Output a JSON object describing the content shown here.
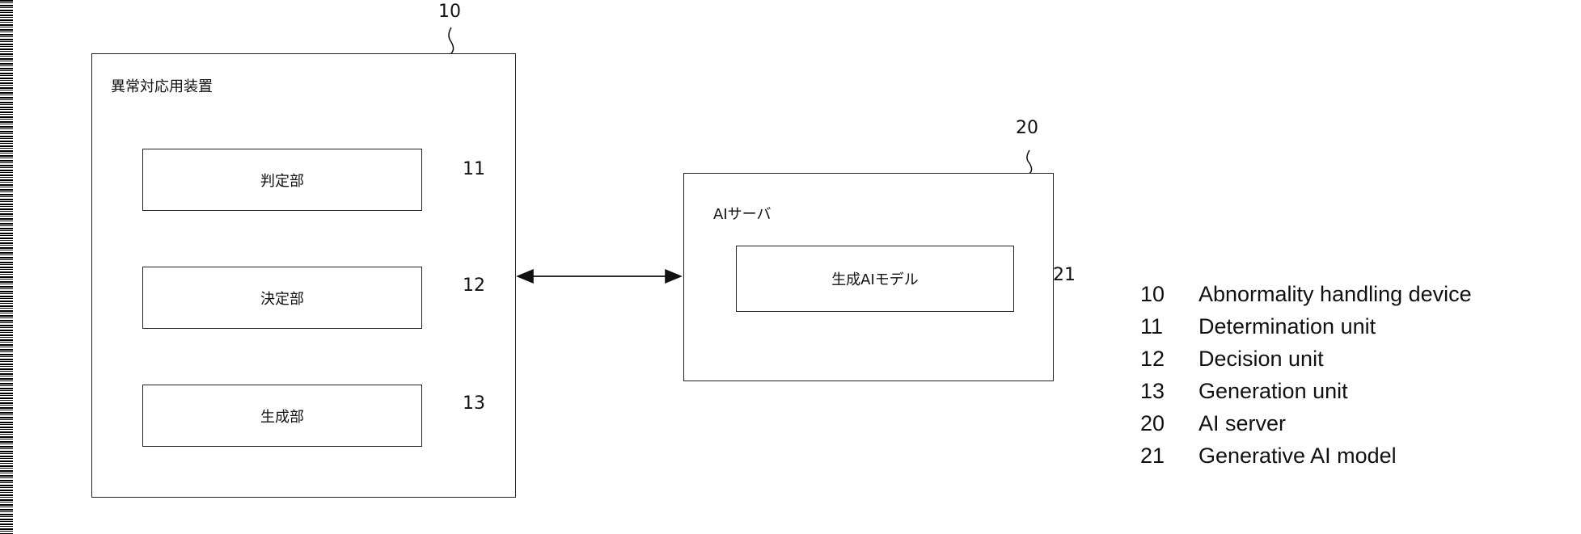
{
  "device": {
    "ref": "10",
    "title": "異常対応用装置"
  },
  "units": [
    {
      "ref": "11",
      "label": "判定部"
    },
    {
      "ref": "12",
      "label": "決定部"
    },
    {
      "ref": "13",
      "label": "生成部"
    }
  ],
  "server": {
    "ref": "20",
    "title": "AIサーバ"
  },
  "model": {
    "ref": "21",
    "label": "生成AIモデル"
  },
  "legend": [
    {
      "num": "10",
      "text": "Abnormality handling device"
    },
    {
      "num": "11",
      "text": "Determination unit"
    },
    {
      "num": "12",
      "text": "Decision unit"
    },
    {
      "num": "13",
      "text": "Generation unit"
    },
    {
      "num": "20",
      "text": "AI server"
    },
    {
      "num": "21",
      "text": "Generative AI model"
    }
  ]
}
